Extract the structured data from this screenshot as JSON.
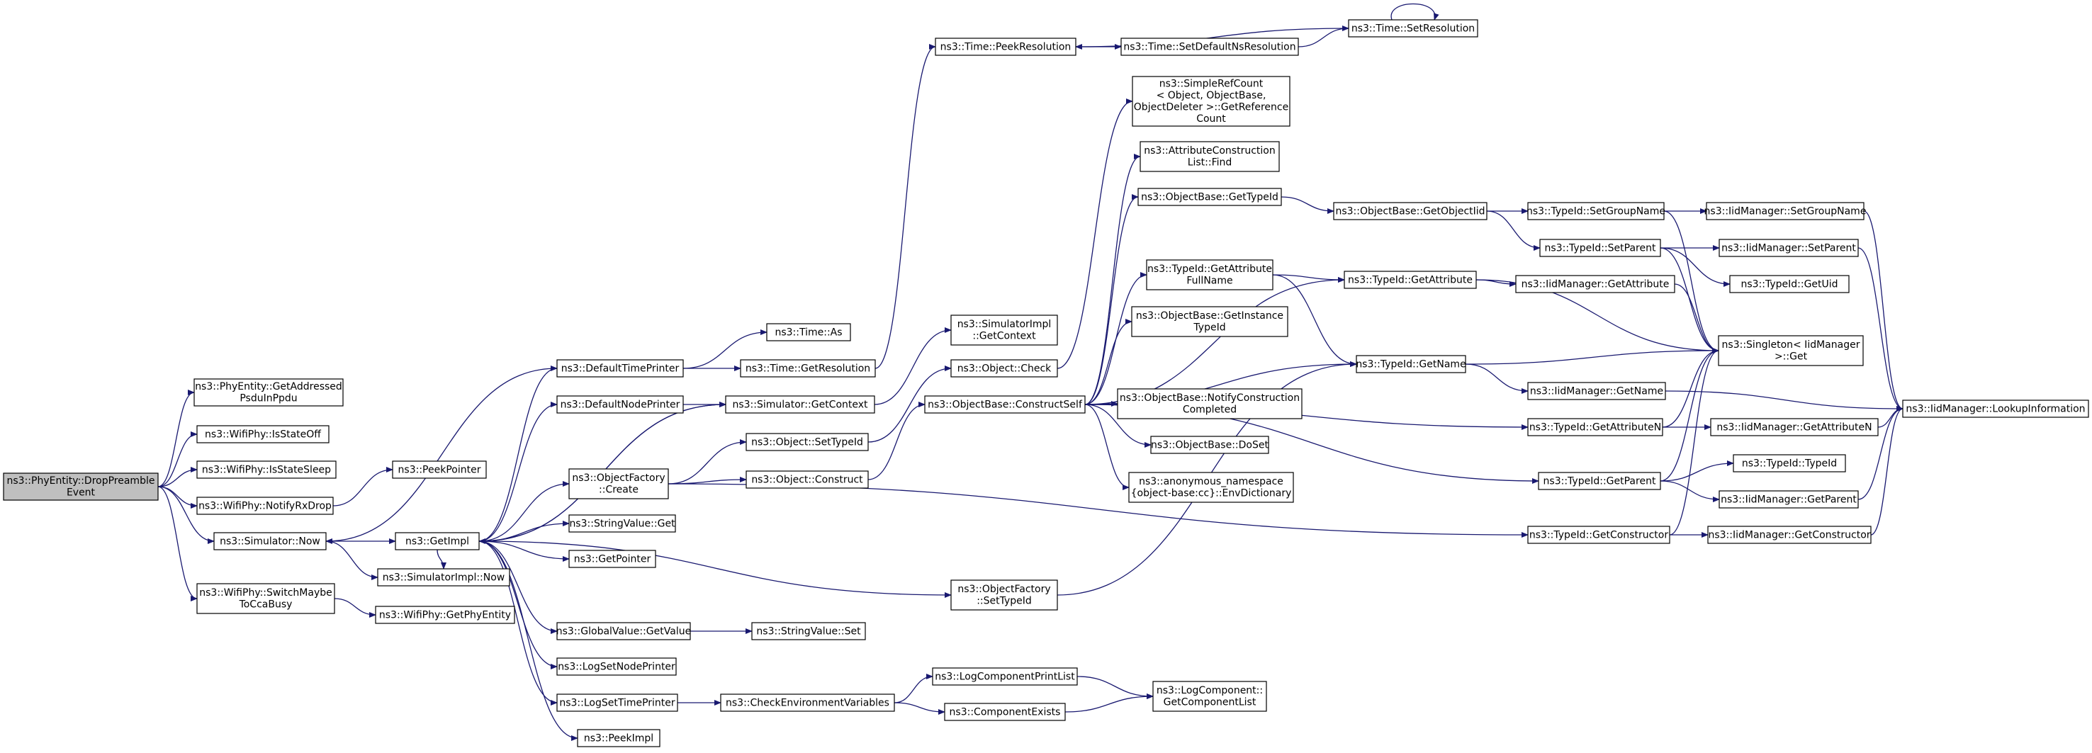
{
  "graph": {
    "edge_color": "#191970",
    "root_fill": "#bfbfbf",
    "node_fill": "#ffffff",
    "nodes": [
      {
        "id": "drop",
        "lines": [
          "ns3::PhyEntity::DropPreamble",
          "Event"
        ],
        "root": true
      },
      {
        "id": "getaddr",
        "lines": [
          "ns3::PhyEntity::GetAddressed",
          "PsduInPpdu"
        ]
      },
      {
        "id": "isoff",
        "lines": [
          "ns3::WifiPhy::IsStateOff"
        ]
      },
      {
        "id": "issleep",
        "lines": [
          "ns3::WifiPhy::IsStateSleep"
        ]
      },
      {
        "id": "notifyrx",
        "lines": [
          "ns3::WifiPhy::NotifyRxDrop"
        ]
      },
      {
        "id": "simnow",
        "lines": [
          "ns3::Simulator::Now"
        ]
      },
      {
        "id": "switchcca",
        "lines": [
          "ns3::WifiPhy::SwitchMaybe",
          "ToCcaBusy"
        ]
      },
      {
        "id": "peekptr",
        "lines": [
          "ns3::PeekPointer"
        ]
      },
      {
        "id": "getphyent",
        "lines": [
          "ns3::WifiPhy::GetPhyEntity"
        ]
      },
      {
        "id": "getimpl",
        "lines": [
          "ns3::GetImpl"
        ]
      },
      {
        "id": "simimplnow",
        "lines": [
          "ns3::SimulatorImpl::Now"
        ]
      },
      {
        "id": "deftime",
        "lines": [
          "ns3::DefaultTimePrinter"
        ]
      },
      {
        "id": "defnode",
        "lines": [
          "ns3::DefaultNodePrinter"
        ]
      },
      {
        "id": "objfactcreate",
        "lines": [
          "ns3::ObjectFactory",
          "::Create"
        ]
      },
      {
        "id": "strget",
        "lines": [
          "ns3::StringValue::Get"
        ]
      },
      {
        "id": "getptr",
        "lines": [
          "ns3::GetPointer"
        ]
      },
      {
        "id": "globget",
        "lines": [
          "ns3::GlobalValue::GetValue"
        ]
      },
      {
        "id": "lognode",
        "lines": [
          "ns3::LogSetNodePrinter"
        ]
      },
      {
        "id": "logtime",
        "lines": [
          "ns3::LogSetTimePrinter"
        ]
      },
      {
        "id": "peekimpl",
        "lines": [
          "ns3::PeekImpl"
        ]
      },
      {
        "id": "timeas",
        "lines": [
          "ns3::Time::As"
        ]
      },
      {
        "id": "timegetres",
        "lines": [
          "ns3::Time::GetResolution"
        ]
      },
      {
        "id": "simgetctx",
        "lines": [
          "ns3::Simulator::GetContext"
        ]
      },
      {
        "id": "objsettype",
        "lines": [
          "ns3::Object::SetTypeId"
        ]
      },
      {
        "id": "objconstruct",
        "lines": [
          "ns3::Object::Construct"
        ]
      },
      {
        "id": "strset",
        "lines": [
          "ns3::StringValue::Set"
        ]
      },
      {
        "id": "checkenv",
        "lines": [
          "ns3::CheckEnvironmentVariables"
        ]
      },
      {
        "id": "timepeek",
        "lines": [
          "ns3::Time::PeekResolution"
        ]
      },
      {
        "id": "simimplctx",
        "lines": [
          "ns3::SimulatorImpl",
          "::GetContext"
        ]
      },
      {
        "id": "objcheck",
        "lines": [
          "ns3::Object::Check"
        ]
      },
      {
        "id": "constructself",
        "lines": [
          "ns3::ObjectBase::ConstructSelf"
        ]
      },
      {
        "id": "objfactset",
        "lines": [
          "ns3::ObjectFactory",
          "::SetTypeId"
        ]
      },
      {
        "id": "logprintlist",
        "lines": [
          "ns3::LogComponentPrintList"
        ]
      },
      {
        "id": "compexists",
        "lines": [
          "ns3::ComponentExists"
        ]
      },
      {
        "id": "timesetdef",
        "lines": [
          "ns3::Time::SetDefaultNsResolution"
        ]
      },
      {
        "id": "timesetres",
        "lines": [
          "ns3::Time::SetResolution"
        ]
      },
      {
        "id": "simplerefcount",
        "lines": [
          "ns3::SimpleRefCount",
          "< Object, ObjectBase,",
          " ObjectDeleter >::GetReference",
          "Count"
        ]
      },
      {
        "id": "attrlistfind",
        "lines": [
          "ns3::AttributeConstruction",
          "List::Find"
        ]
      },
      {
        "id": "obgettypeid",
        "lines": [
          "ns3::ObjectBase::GetTypeId"
        ]
      },
      {
        "id": "typeidgetattrfull",
        "lines": [
          "ns3::TypeId::GetAttribute",
          "FullName"
        ]
      },
      {
        "id": "obgetinst",
        "lines": [
          "ns3::ObjectBase::GetInstance",
          "TypeId"
        ]
      },
      {
        "id": "obnotify",
        "lines": [
          "ns3::ObjectBase::NotifyConstruction",
          "Completed"
        ]
      },
      {
        "id": "obdoset",
        "lines": [
          "ns3::ObjectBase::DoSet"
        ]
      },
      {
        "id": "envdict",
        "lines": [
          "ns3::anonymous_namespace",
          "{object-base:cc}::EnvDictionary"
        ]
      },
      {
        "id": "logcomplist",
        "lines": [
          "ns3::LogComponent::",
          "GetComponentList"
        ]
      },
      {
        "id": "obgetobjtid",
        "lines": [
          "ns3::ObjectBase::GetObjectIid"
        ]
      },
      {
        "id": "typeidgetattr",
        "lines": [
          "ns3::TypeId::GetAttribute"
        ]
      },
      {
        "id": "typeidgetname",
        "lines": [
          "ns3::TypeId::GetName"
        ]
      },
      {
        "id": "typeidgetattrn",
        "lines": [
          "ns3::TypeId::GetAttributeN"
        ]
      },
      {
        "id": "typeidgetparent",
        "lines": [
          "ns3::TypeId::GetParent"
        ]
      },
      {
        "id": "typeidgetctor",
        "lines": [
          "ns3::TypeId::GetConstructor"
        ]
      },
      {
        "id": "typeidsetgroup",
        "lines": [
          "ns3::TypeId::SetGroupName"
        ]
      },
      {
        "id": "typeidsetparent",
        "lines": [
          "ns3::TypeId::SetParent"
        ]
      },
      {
        "id": "iidgetattr",
        "lines": [
          "ns3::IidManager::GetAttribute"
        ]
      },
      {
        "id": "iidgetname",
        "lines": [
          "ns3::IidManager::GetName"
        ]
      },
      {
        "id": "iidmsetgroup",
        "lines": [
          "ns3::IidManager::SetGroupName"
        ]
      },
      {
        "id": "iidmsetparent",
        "lines": [
          "ns3::IidManager::SetParent"
        ]
      },
      {
        "id": "typeidgetuid",
        "lines": [
          "ns3::TypeId::GetUid"
        ]
      },
      {
        "id": "singleton",
        "lines": [
          "ns3::Singleton< IidManager",
          " >::Get"
        ]
      },
      {
        "id": "iidgetattrn",
        "lines": [
          "ns3::IidManager::GetAttributeN"
        ]
      },
      {
        "id": "typeidtypeid",
        "lines": [
          "ns3::TypeId::TypeId"
        ]
      },
      {
        "id": "iidgetparent",
        "lines": [
          "ns3::IidManager::GetParent"
        ]
      },
      {
        "id": "iidgetctor",
        "lines": [
          "ns3::IidManager::GetConstructor"
        ]
      },
      {
        "id": "lookup",
        "lines": [
          "ns3::IidManager::LookupInformation"
        ]
      }
    ],
    "edges": [
      [
        "drop",
        "getaddr"
      ],
      [
        "drop",
        "isoff"
      ],
      [
        "drop",
        "issleep"
      ],
      [
        "drop",
        "notifyrx"
      ],
      [
        "drop",
        "simnow"
      ],
      [
        "drop",
        "switchcca"
      ],
      [
        "notifyrx",
        "peekptr"
      ],
      [
        "switchcca",
        "getphyent"
      ],
      [
        "simnow",
        "getimpl"
      ],
      [
        "simnow",
        "simimplnow"
      ],
      [
        "getimpl",
        "deftime"
      ],
      [
        "getimpl",
        "defnode"
      ],
      [
        "getimpl",
        "objfactcreate"
      ],
      [
        "getimpl",
        "strget"
      ],
      [
        "getimpl",
        "getptr"
      ],
      [
        "getimpl",
        "globget"
      ],
      [
        "getimpl",
        "lognode"
      ],
      [
        "getimpl",
        "logtime"
      ],
      [
        "getimpl",
        "peekimpl"
      ],
      [
        "getimpl",
        "simimplnow"
      ],
      [
        "getimpl",
        "objfactset"
      ],
      [
        "getimpl",
        "simgetctx"
      ],
      [
        "deftime",
        "timeas"
      ],
      [
        "deftime",
        "timegetres"
      ],
      [
        "deftime",
        "simnow"
      ],
      [
        "defnode",
        "simgetctx"
      ],
      [
        "timegetres",
        "timepeek"
      ],
      [
        "simgetctx",
        "getimpl"
      ],
      [
        "simgetctx",
        "simimplctx"
      ],
      [
        "objfactcreate",
        "objsettype"
      ],
      [
        "objfactcreate",
        "objconstruct"
      ],
      [
        "objfactcreate",
        "typeidgetctor"
      ],
      [
        "objsettype",
        "objcheck"
      ],
      [
        "objconstruct",
        "constructself"
      ],
      [
        "globget",
        "strset"
      ],
      [
        "logtime",
        "checkenv"
      ],
      [
        "checkenv",
        "logprintlist"
      ],
      [
        "checkenv",
        "compexists"
      ],
      [
        "logprintlist",
        "logcomplist"
      ],
      [
        "compexists",
        "logcomplist"
      ],
      [
        "timepeek",
        "timesetdef"
      ],
      [
        "timesetdef",
        "timesetres"
      ],
      [
        "timesetres",
        "timepeek"
      ],
      [
        "timesetres",
        "timesetres"
      ],
      [
        "objcheck",
        "simplerefcount"
      ],
      [
        "constructself",
        "attrlistfind"
      ],
      [
        "constructself",
        "obgettypeid"
      ],
      [
        "constructself",
        "typeidgetattrfull"
      ],
      [
        "constructself",
        "obgetinst"
      ],
      [
        "constructself",
        "obnotify"
      ],
      [
        "constructself",
        "obdoset"
      ],
      [
        "constructself",
        "envdict"
      ],
      [
        "constructself",
        "typeidgetattr"
      ],
      [
        "constructself",
        "typeidgetname"
      ],
      [
        "constructself",
        "typeidgetattrn"
      ],
      [
        "constructself",
        "typeidgetparent"
      ],
      [
        "objfactset",
        "typeidgetname"
      ],
      [
        "obgettypeid",
        "obgetobjtid"
      ],
      [
        "obgetobjtid",
        "typeidsetgroup"
      ],
      [
        "obgetobjtid",
        "typeidsetparent"
      ],
      [
        "typeidgetattrfull",
        "typeidgetattr"
      ],
      [
        "typeidgetattrfull",
        "typeidgetname"
      ],
      [
        "typeidgetattr",
        "iidgetattr"
      ],
      [
        "typeidgetattr",
        "singleton"
      ],
      [
        "typeidgetname",
        "iidgetname"
      ],
      [
        "typeidgetname",
        "singleton"
      ],
      [
        "typeidgetattrn",
        "iidgetattrn"
      ],
      [
        "typeidgetattrn",
        "singleton"
      ],
      [
        "typeidgetparent",
        "typeidtypeid"
      ],
      [
        "typeidgetparent",
        "iidgetparent"
      ],
      [
        "typeidgetparent",
        "singleton"
      ],
      [
        "typeidgetctor",
        "iidgetctor"
      ],
      [
        "typeidgetctor",
        "singleton"
      ],
      [
        "typeidsetgroup",
        "iidmsetgroup"
      ],
      [
        "typeidsetgroup",
        "singleton"
      ],
      [
        "typeidsetparent",
        "iidmsetparent"
      ],
      [
        "typeidsetparent",
        "typeidgetuid"
      ],
      [
        "typeidsetparent",
        "singleton"
      ],
      [
        "iidgetattr",
        "singleton"
      ],
      [
        "iidgetname",
        "lookup"
      ],
      [
        "iidmsetgroup",
        "lookup"
      ],
      [
        "iidmsetparent",
        "lookup"
      ],
      [
        "iidgetattrn",
        "lookup"
      ],
      [
        "iidgetparent",
        "lookup"
      ],
      [
        "iidgetctor",
        "lookup"
      ]
    ]
  }
}
